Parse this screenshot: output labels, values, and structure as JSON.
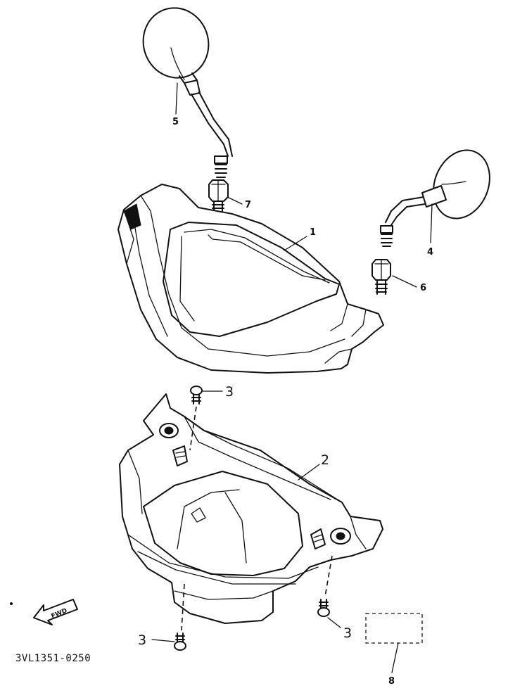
{
  "diagram": {
    "code": "3VL1351-0250",
    "fwd_label": "FWD",
    "callouts": {
      "p1": "1",
      "p2": "2",
      "p3a": "3",
      "p3b": "3",
      "p3c": "3",
      "p4": "4",
      "p5": "5",
      "p6": "6",
      "p7": "7",
      "p8": "8"
    }
  }
}
